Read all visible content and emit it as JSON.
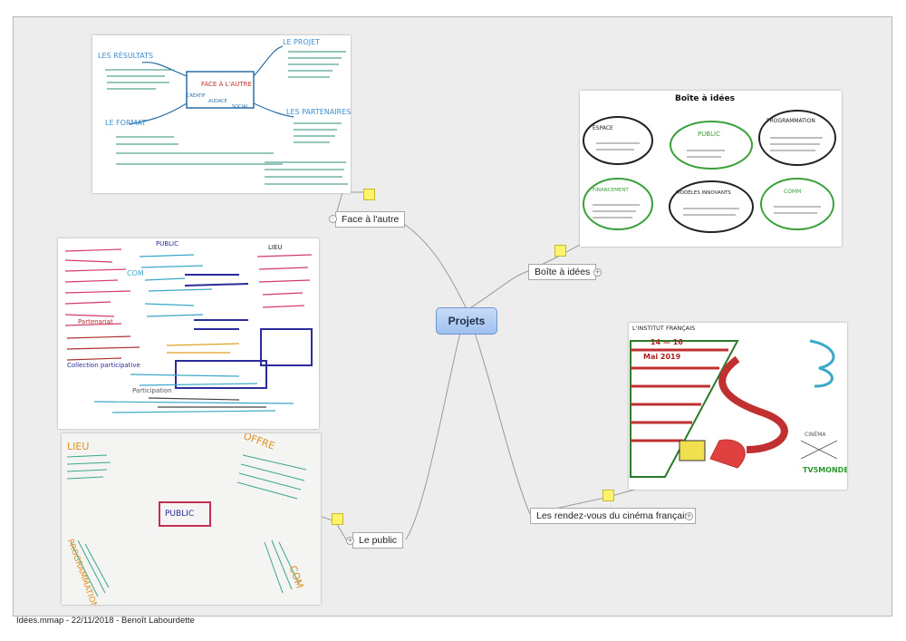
{
  "map": {
    "root": "Projets",
    "topics": [
      {
        "label": "Face à l'autre",
        "toggle": "-"
      },
      {
        "label": "Boîte à idées",
        "toggle": "+"
      },
      {
        "label": "Le public",
        "toggle": "+"
      },
      {
        "label": "Les rendez-vous du cinéma français",
        "toggle": "+"
      }
    ]
  },
  "images": {
    "face": {
      "center": "FACE À L'AUTRE",
      "center_words": [
        "CRÉATIF",
        "AUDACE",
        "SOCIAL"
      ],
      "labels": [
        "LES RÉSULTATS",
        "LE PROJET",
        "LE FORMAT",
        "LES PARTENAIRES"
      ]
    },
    "boite": {
      "title": "Boîte à idées",
      "clouds": [
        "ESPACE",
        "PUBLIC",
        "PROGRAMMATION",
        "FINANCEMENT",
        "MODÈLES INNOVANTS",
        "COMM"
      ]
    },
    "brainstorm": {
      "labels": [
        "PUBLIC",
        "COM",
        "LIEU",
        "Partenariat",
        "Participation",
        "Collection participative"
      ]
    },
    "public": {
      "center": "PUBLIC",
      "labels": [
        "LIEU",
        "OFFRE",
        "PROGRAMMATION",
        "COM"
      ]
    },
    "rdv": {
      "header": "L'INSTITUT FRANÇAIS",
      "date1": "14 — 16",
      "date2": "Mai 2019",
      "logo": "TV5MONDE",
      "tag": "CINÉMA"
    }
  },
  "footer": "Idées.mmap - 22/11/2018 - Benoît Labourdette"
}
